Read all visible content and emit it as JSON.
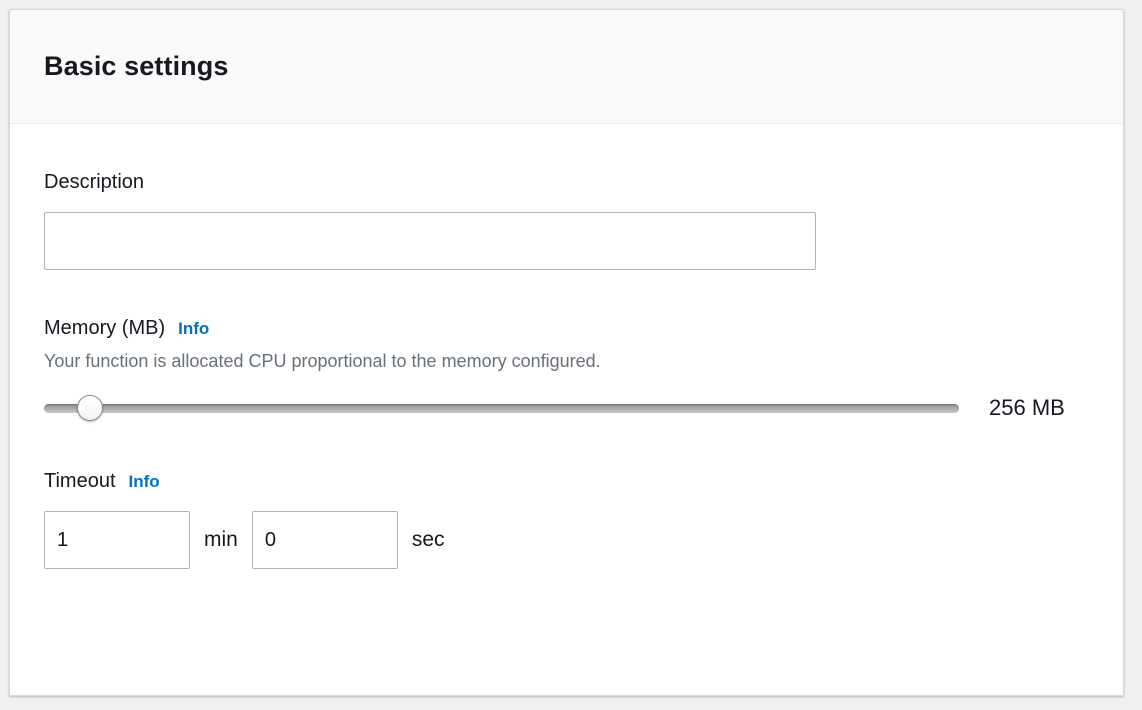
{
  "card": {
    "title": "Basic settings"
  },
  "description": {
    "label": "Description",
    "value": "",
    "placeholder": ""
  },
  "memory": {
    "label": "Memory (MB)",
    "info_label": "Info",
    "description": "Your function is allocated CPU proportional to the memory configured.",
    "value_text": "256 MB",
    "value": 256,
    "slider_position_percent": 5
  },
  "timeout": {
    "label": "Timeout",
    "info_label": "Info",
    "minutes": "1",
    "minutes_unit": "min",
    "seconds": "0",
    "seconds_unit": "sec"
  },
  "colors": {
    "link_blue": "#0073bb",
    "text_primary": "#16191f",
    "text_secondary": "#687078",
    "input_border": "#aab7b8",
    "header_bg": "#fafafa",
    "page_bg": "#eff0f0"
  }
}
